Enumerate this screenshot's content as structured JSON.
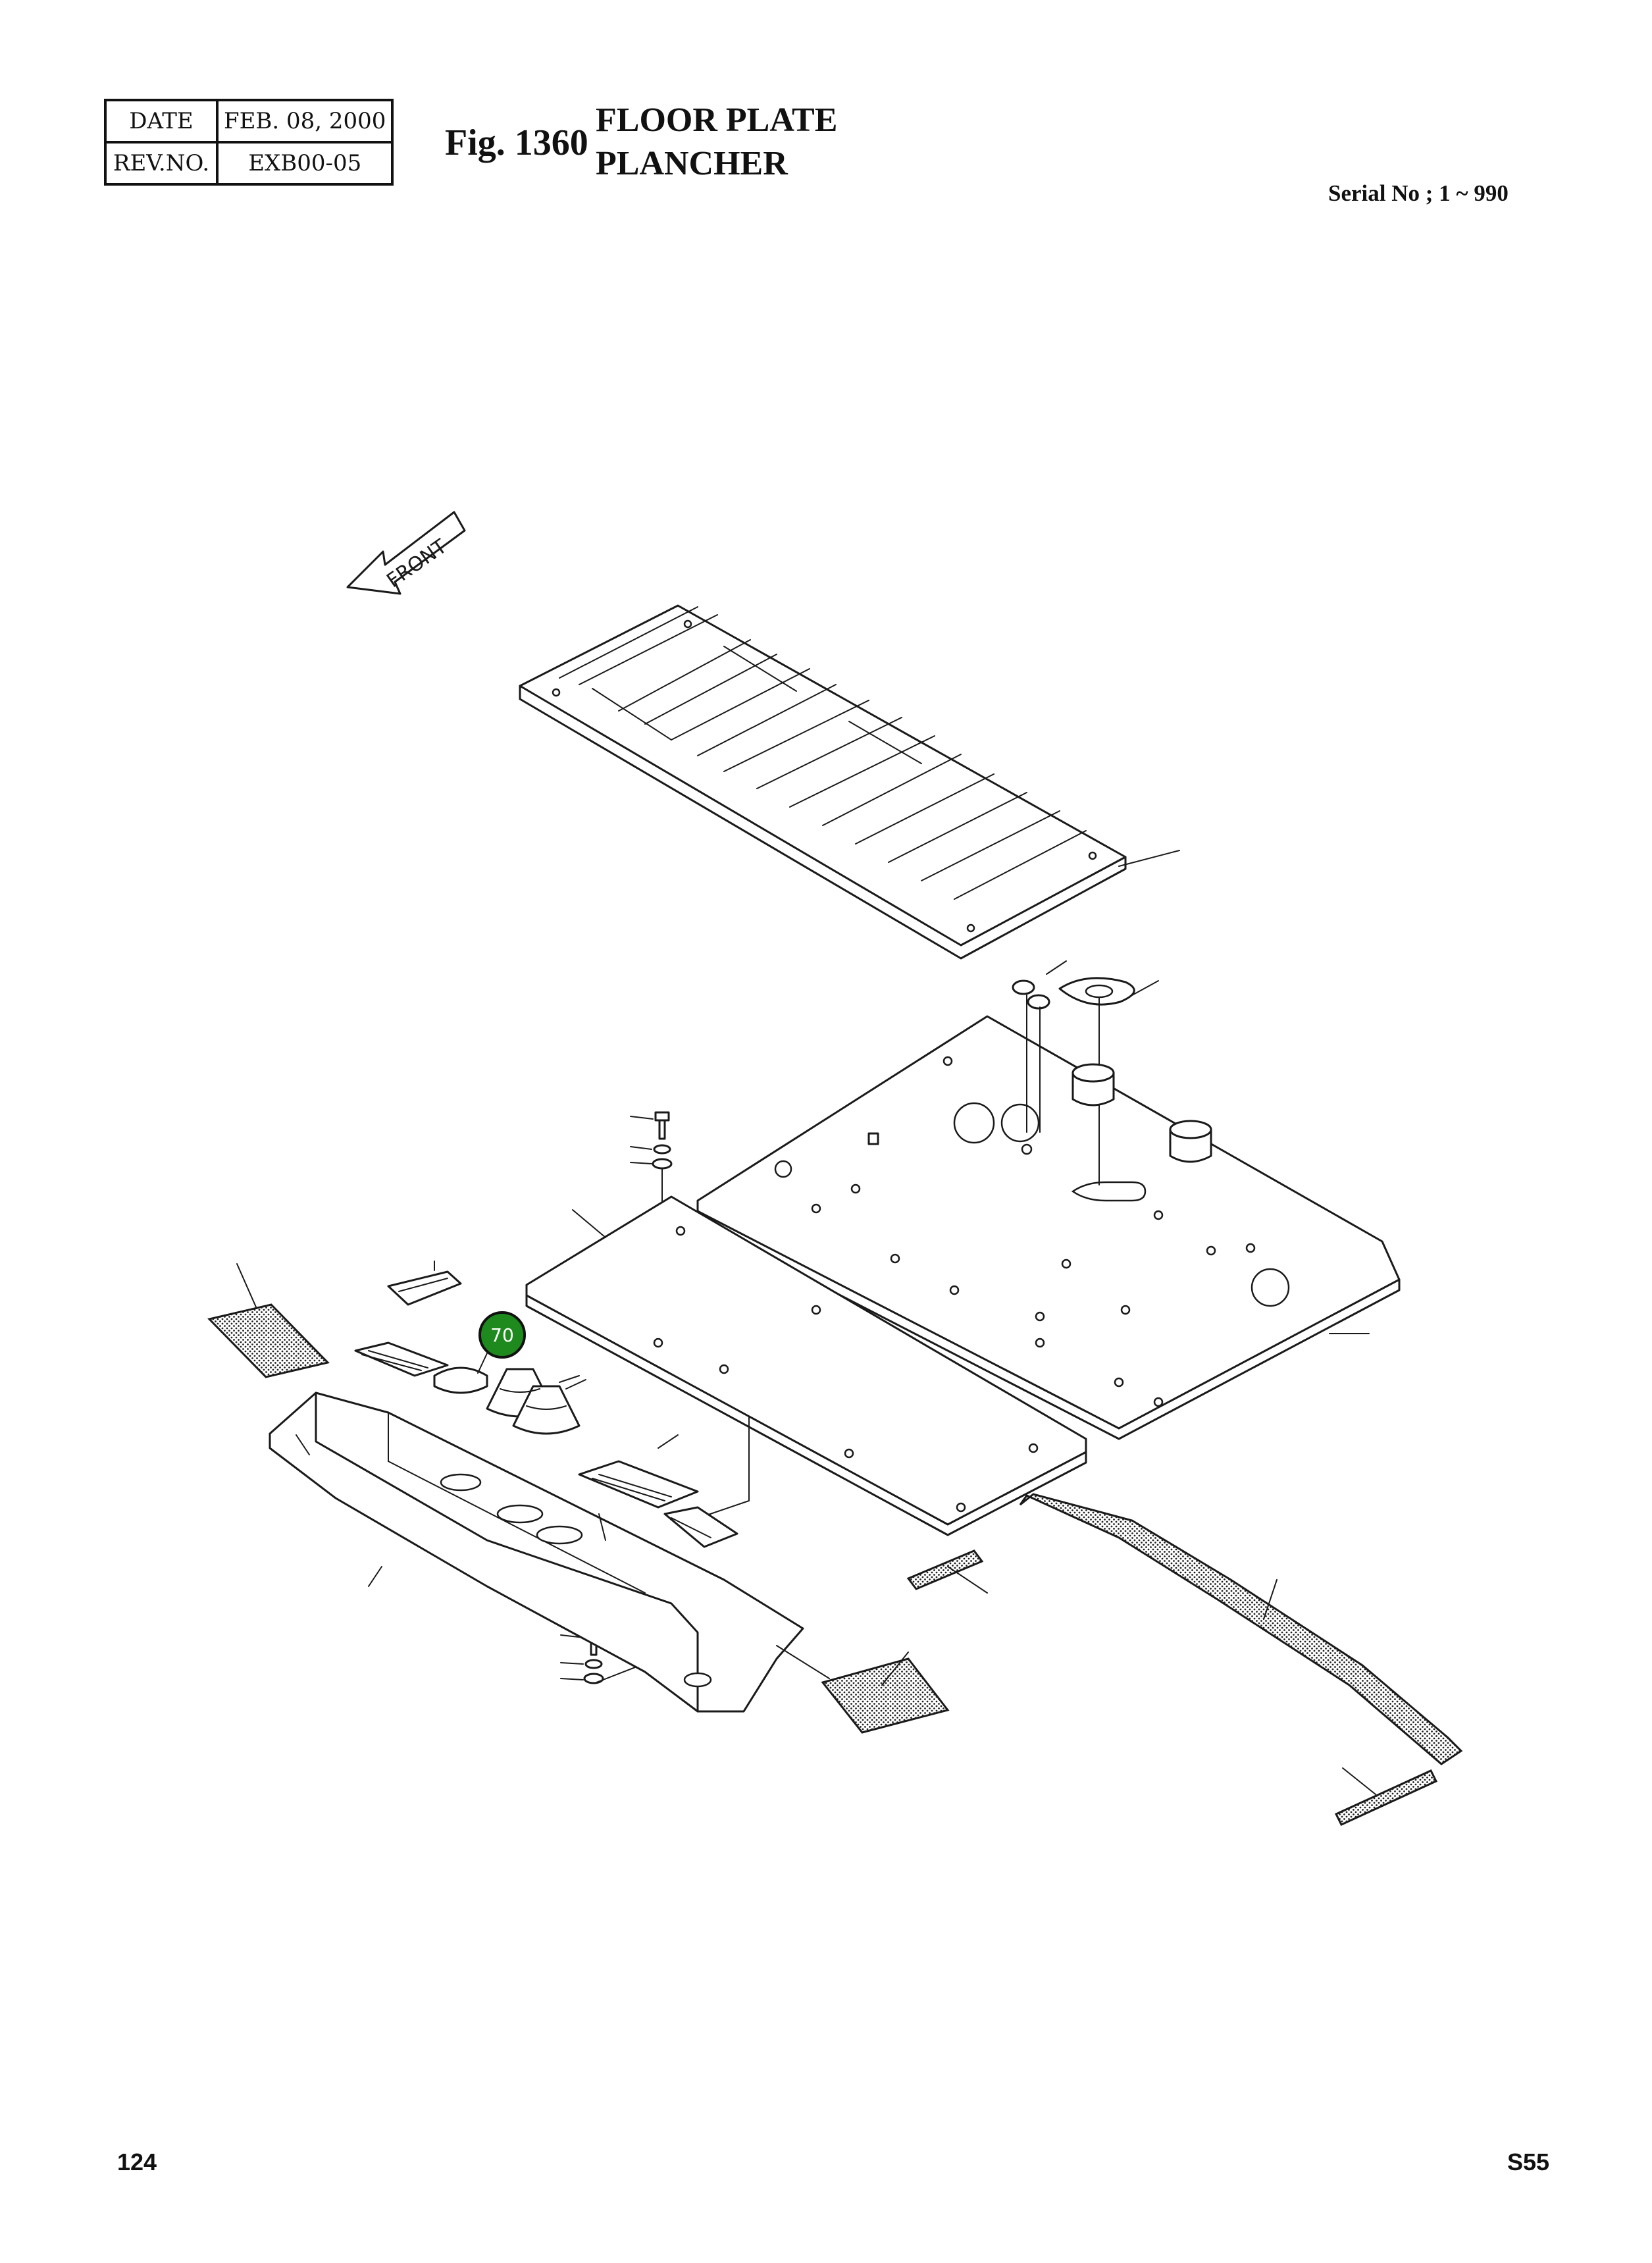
{
  "header": {
    "date_label": "DATE",
    "date_value": "FEB. 08, 2000",
    "rev_label": "REV.NO.",
    "rev_value": "EXB00-05",
    "fig_number": "Fig. 1360",
    "title_line1": "FLOOR PLATE",
    "title_line2": "PLANCHER",
    "serial": "Serial No ; 1 ~ 990"
  },
  "diagram": {
    "front_arrow_label": "FRONT",
    "callout": {
      "label": "70",
      "color": "#1e8a1e"
    },
    "icons": [
      "front-arrow-icon"
    ]
  },
  "footer": {
    "page_left": "124",
    "page_right": "S55"
  }
}
